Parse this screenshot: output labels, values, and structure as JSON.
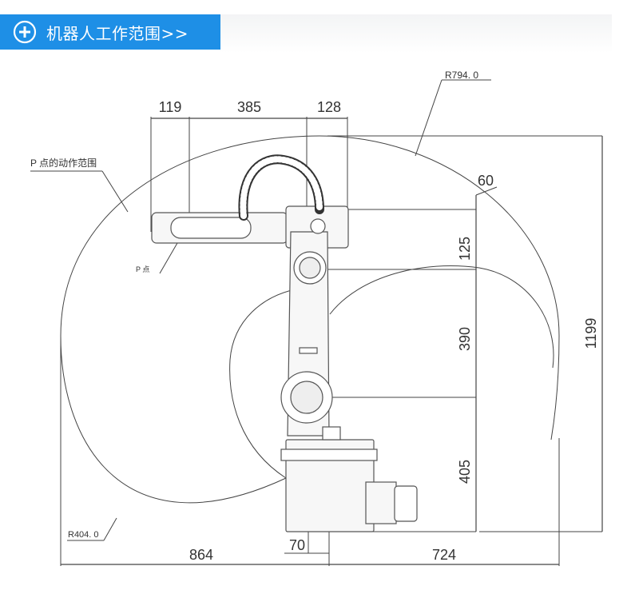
{
  "header": {
    "title": "机器人工作范围>>",
    "icon": "plus-circle-icon",
    "color": "#1e8fe6"
  },
  "diagram": {
    "line_color": "#444444",
    "labels": {
      "outer_radius": "R794. 0",
      "inner_radius": "R404. 0",
      "p_range": "P 点的动作范围",
      "p_point": "P 点"
    },
    "dims": {
      "top_left": "119",
      "top_mid": "385",
      "top_right": "128",
      "offset_60": "60",
      "v125": "125",
      "v390": "390",
      "v405": "405",
      "v1199": "1199",
      "b864": "864",
      "b70": "70",
      "b724": "724"
    }
  }
}
